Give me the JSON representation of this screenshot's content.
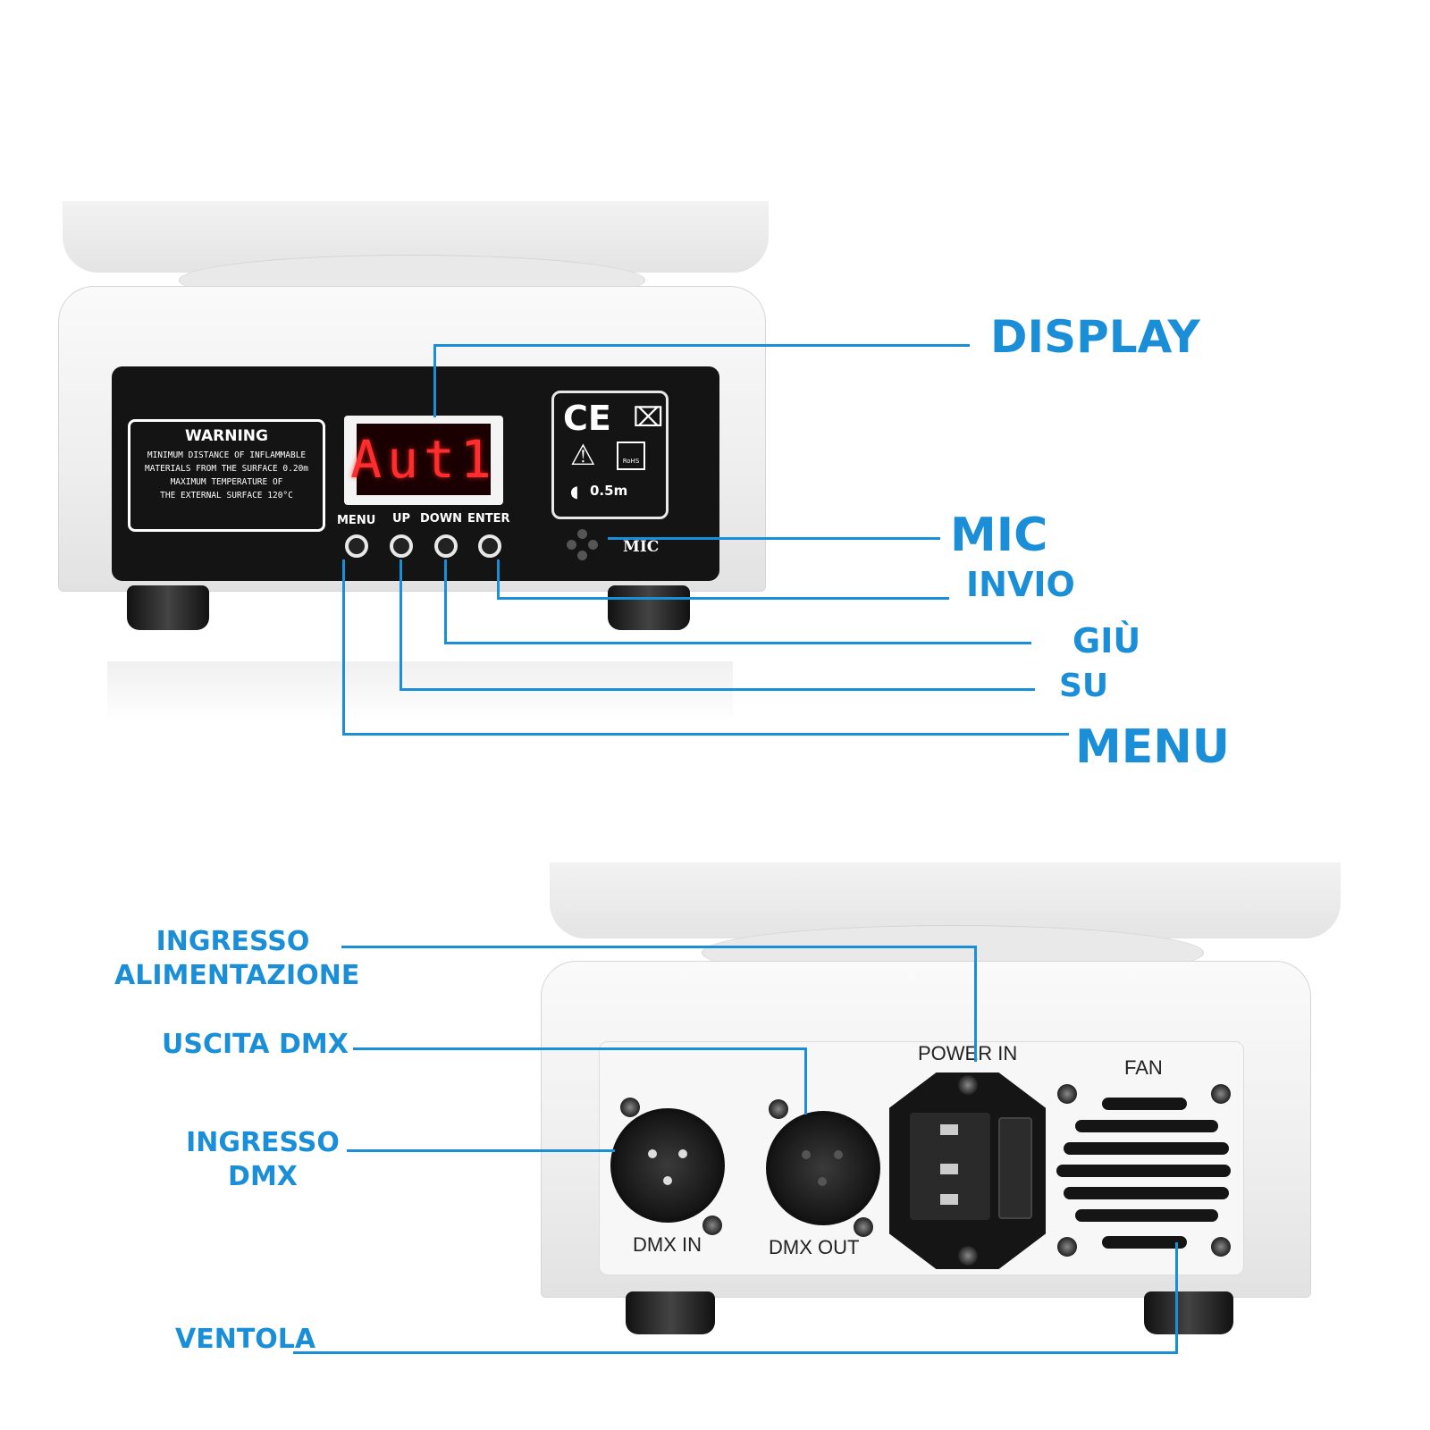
{
  "top_device": {
    "warning": {
      "title": "WARNING",
      "line1": "MINIMUM DISTANCE OF INFLAMMABLE",
      "line2": "MATERIALS FROM THE SURFACE 0.20m",
      "line3": "MAXIMUM TEMPERATURE OF",
      "line4": "THE EXTERNAL SURFACE 120°C"
    },
    "display_text": "Aut1",
    "buttons": {
      "menu": "MENU",
      "up": "UP",
      "down": "DOWN",
      "enter": "ENTER"
    },
    "cert": {
      "ce": "CE",
      "rohs": "RoHS",
      "distance": "0.5m"
    },
    "mic_label": "MIC"
  },
  "top_callouts": {
    "display": "DISPLAY",
    "mic": "MIC",
    "invio": "INVIO",
    "giu": "GIÙ",
    "su": "SU",
    "menu": "MENU"
  },
  "bottom_device": {
    "power_in": "POWER IN",
    "fan": "FAN",
    "dmx_in": "DMX IN",
    "dmx_out": "DMX OUT"
  },
  "bottom_callouts": {
    "ingresso_alimentazione_1": "INGRESSO",
    "ingresso_alimentazione_2": "ALIMENTAZIONE",
    "uscita_dmx": "USCITA DMX",
    "ingresso_dmx_1": "INGRESSO",
    "ingresso_dmx_2": "DMX",
    "ventola": "VENTOLA"
  },
  "colors": {
    "callout_blue": "#1a8fd8",
    "lcd_red": "#ff2d2d",
    "panel_black": "#141414"
  }
}
